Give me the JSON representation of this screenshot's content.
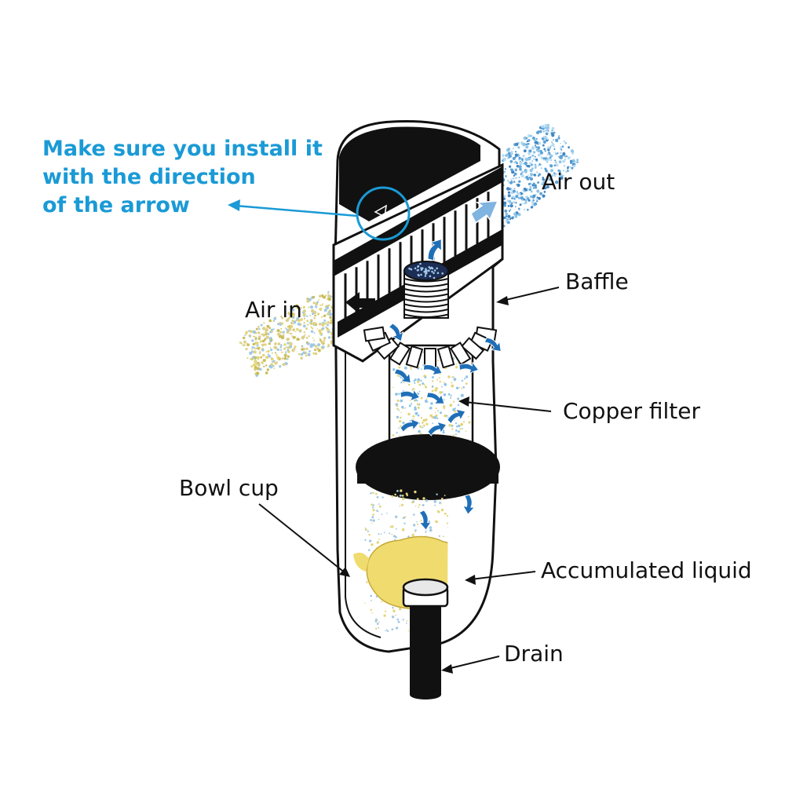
{
  "note": {
    "lines": [
      "Make sure you install it",
      "with the direction",
      "of the arrow"
    ],
    "color": "#1a9ad6"
  },
  "labels": {
    "air_out": "Air out",
    "air_in": "Air in",
    "baffle": "Baffle",
    "copper_filter": "Copper filter",
    "bowl_cup": "Bowl cup",
    "accumulated_liquid": "Accumulated liquid",
    "drain": "Drain"
  },
  "colors": {
    "body_dark": "#111111",
    "air_in_particles": "#e3d57a",
    "air_out_particles": "#8ec4e8",
    "liquid": "#f0dc6e",
    "flow_arrow": "#1f6fb8"
  }
}
